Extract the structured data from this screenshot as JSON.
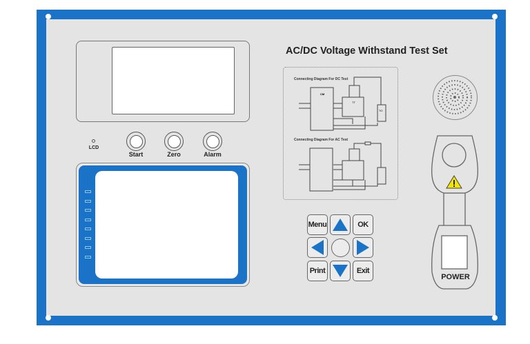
{
  "title": "AC/DC  Voltage Withstand Test Set",
  "indicators": {
    "lcd_label": "LCD"
  },
  "buttons": [
    {
      "label": "Start"
    },
    {
      "label": "Zero"
    },
    {
      "label": "Alarm"
    }
  ],
  "diagram": {
    "dc_title": "Connecting Diagram For DC Test",
    "ac_title": "Connecting Diagram For AC Test",
    "cm_label": "CM",
    "tt_label": "TT",
    "to_label": "TO"
  },
  "keypad": {
    "menu": "Menu",
    "ok": "OK",
    "print": "Print",
    "exit": "Exit"
  },
  "power": {
    "label": "POWER"
  },
  "colors": {
    "frame": "#1a73c6",
    "panel": "#e4e4e4",
    "warning": "#f2e600"
  }
}
